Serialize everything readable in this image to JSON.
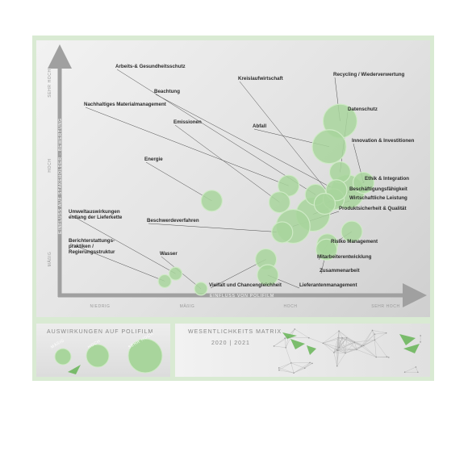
{
  "chart_data": {
    "type": "scatter",
    "xlabel": "EINFLUSS VON POLIFILM",
    "ylabel": "EINFLUSS AUF STAKEHOLDER - BEWERTUNG",
    "x_ticks": [
      "NIEDRIG",
      "MÄßIG",
      "HOCH",
      "SEHR HOCH"
    ],
    "y_ticks": [
      "MÄßIG",
      "HOCH",
      "SEHR HOCH"
    ],
    "xlim": [
      0,
      4
    ],
    "ylim": [
      0,
      3.2
    ],
    "bubble_size_legend": [
      "MÄßIG",
      "HOCH",
      "SEHR HOCH"
    ],
    "points": [
      {
        "label": "Arbeits-& Gesundheitsschutz",
        "x": 2.85,
        "y": 1.36,
        "size": 2
      },
      {
        "label": "Kreislaufwirtschaft",
        "x": 3.05,
        "y": 1.3,
        "size": 2
      },
      {
        "label": "Recycling / Wiederverwertung",
        "x": 3.12,
        "y": 2.34,
        "size": 3
      },
      {
        "label": "Datenschutz",
        "x": 3.12,
        "y": 1.66,
        "size": 2
      },
      {
        "label": "Beachtung",
        "x": 3.08,
        "y": 1.42,
        "size": 2
      },
      {
        "label": "Nachhaltiges Materialmanagement",
        "x": 2.55,
        "y": 1.48,
        "size": 2
      },
      {
        "label": "Emissionen",
        "x": 2.45,
        "y": 1.26,
        "size": 2
      },
      {
        "label": "Abfall",
        "x": 3.0,
        "y": 2.0,
        "size": 3
      },
      {
        "label": "Innovation & Investitionen",
        "x": 3.38,
        "y": 1.52,
        "size": 2
      },
      {
        "label": "Energie",
        "x": 1.7,
        "y": 1.28,
        "size": 2
      },
      {
        "label": "Ethik & Integration",
        "x": 3.2,
        "y": 1.4,
        "size": 3
      },
      {
        "label": "Beschäftigungsfähigkeit",
        "x": 2.95,
        "y": 1.24,
        "size": 2
      },
      {
        "label": "Wirtschaftliche Leistung",
        "x": 2.82,
        "y": 1.1,
        "size": 3
      },
      {
        "label": "Produktsicherheit & Qualität",
        "x": 2.6,
        "y": 0.94,
        "size": 3
      },
      {
        "label": "Beschwerdeverfahren",
        "x": 2.48,
        "y": 0.86,
        "size": 2
      },
      {
        "label": "Risiko Management",
        "x": 3.25,
        "y": 0.87,
        "size": 2
      },
      {
        "label": "Umweltauswirkungen entlang der Lieferkette",
        "x": 1.3,
        "y": 0.31,
        "size": 1
      },
      {
        "label": "Mitarbeiterentwicklung",
        "x": 2.98,
        "y": 0.7,
        "size": 2
      },
      {
        "label": "Berichterstattungs-praktiken / Regierungsstruktur",
        "x": 1.18,
        "y": 0.21,
        "size": 1
      },
      {
        "label": "Zusammenarbeit",
        "x": 2.97,
        "y": 0.63,
        "size": 2
      },
      {
        "label": "Wasser",
        "x": 1.58,
        "y": 0.11,
        "size": 1
      },
      {
        "label": "Vielfalt und Chancengleichheit",
        "x": 2.3,
        "y": 0.5,
        "size": 2
      },
      {
        "label": "Lieferantenmanagement",
        "x": 2.32,
        "y": 0.29,
        "size": 2
      }
    ]
  },
  "legend": {
    "title": "AUSWIRKUNGEN AUF POLIFILM",
    "sizes": [
      "MÄßIG",
      "HOCH",
      "SEHR HOCH"
    ]
  },
  "matrix": {
    "title": "WESENTLICHKEITS MATRIX",
    "years": "2020 | 2021"
  },
  "colors": {
    "frame": "#d9ead3",
    "bubble_fill": "#a8d59c",
    "bubble_stroke": "#cfeac6",
    "accent_green": "#5fb24d",
    "axis": "#a0a0a0"
  }
}
